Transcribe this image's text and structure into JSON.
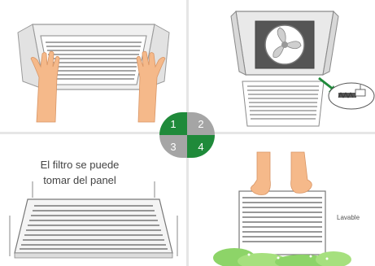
{
  "steps": [
    "1",
    "2",
    "3",
    "4"
  ],
  "panel3": {
    "caption_line1": "El filtro se puede",
    "caption_line2": "tomar del panel"
  },
  "panel4": {
    "label": "Lavable"
  },
  "colors": {
    "accent_green": "#1f8a3a",
    "inactive_grey": "#a5a5a5",
    "divider": "#e6e6e6",
    "grass": "#8dd468",
    "skin": "#f5b98a"
  },
  "icons": [
    "hands-icon",
    "fan-icon",
    "arrow-icon",
    "vacuum-icon",
    "grill-icon",
    "grass-icon"
  ]
}
